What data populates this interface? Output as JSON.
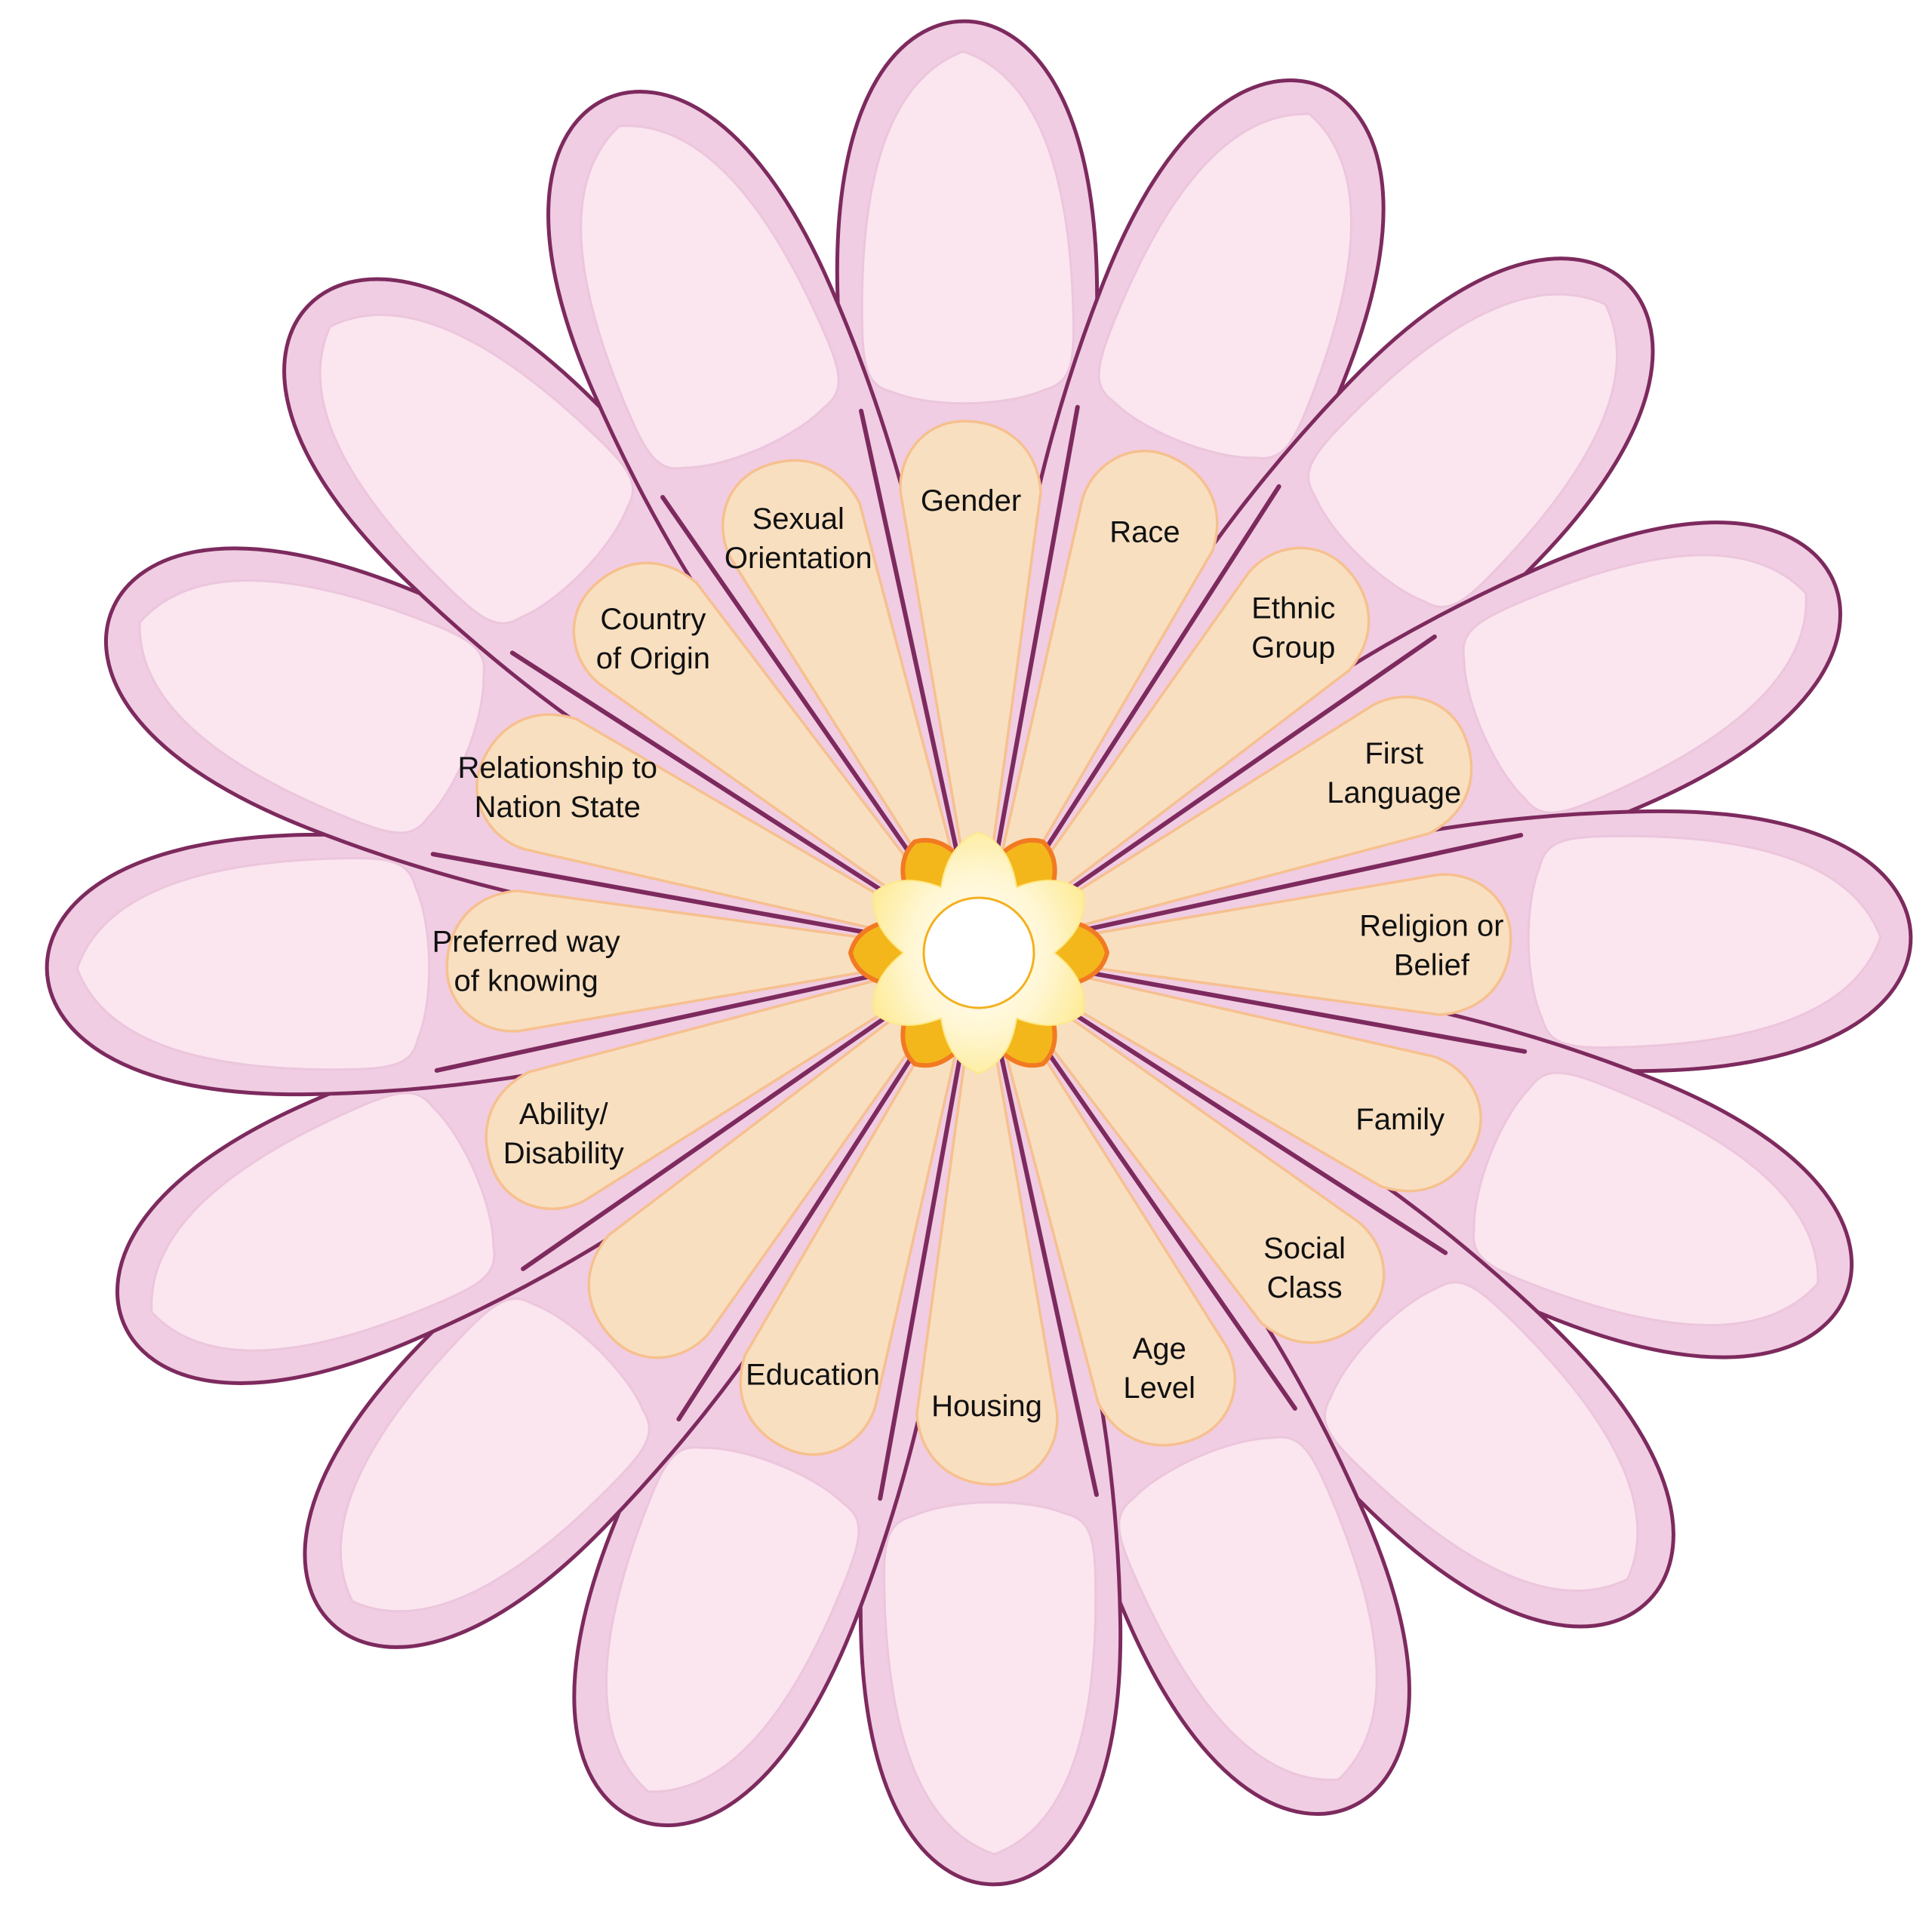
{
  "diagram": {
    "center_label": "",
    "petals": [
      {
        "label_lines": [
          "Gender"
        ]
      },
      {
        "label_lines": [
          "Race"
        ]
      },
      {
        "label_lines": [
          "Ethnic",
          "Group"
        ]
      },
      {
        "label_lines": [
          "First",
          "Language"
        ]
      },
      {
        "label_lines": [
          "Religion or",
          "Belief"
        ]
      },
      {
        "label_lines": [
          "Family"
        ]
      },
      {
        "label_lines": [
          "Social",
          "Class"
        ]
      },
      {
        "label_lines": [
          "Age",
          "Level"
        ]
      },
      {
        "label_lines": [
          "Housing"
        ]
      },
      {
        "label_lines": [
          "Education"
        ]
      },
      {
        "label_lines": []
      },
      {
        "label_lines": [
          "Ability/",
          "Disability"
        ]
      },
      {
        "label_lines": [
          "Preferred way",
          "of knowing"
        ]
      },
      {
        "label_lines": [
          "Relationship to",
          "Nation State"
        ]
      },
      {
        "label_lines": [
          "Country",
          "of Origin"
        ]
      },
      {
        "label_lines": [
          "Sexual",
          "Orientation"
        ]
      }
    ]
  },
  "colors": {
    "petal_outline": "#7d2a5e",
    "petal_rim": "#f0cde2",
    "petal_fill": "#fbe6f0",
    "petal_inner_border": "#ecc6dc",
    "segment_fill": "#f8dfc0",
    "segment_border": "#f6c08f",
    "star_back_fill": "#f3b71c",
    "star_back_outline": "#f27a22",
    "star_front_fill": "#fff3c4",
    "star_front_edge": "#fde98a",
    "center_fill": "#ffffff",
    "center_outline": "#f3b01e"
  }
}
